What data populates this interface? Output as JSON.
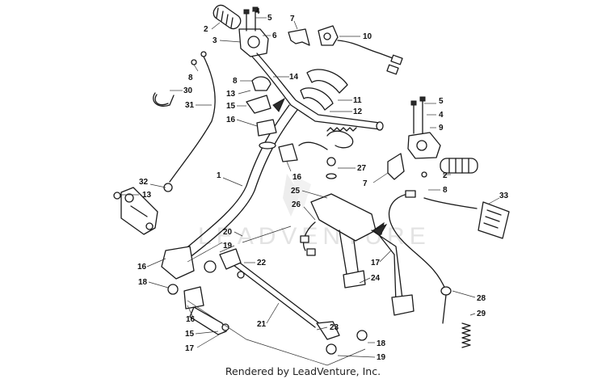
{
  "footer": {
    "credit": "Rendered by LeadVenture, Inc."
  },
  "watermark": {
    "text": "LEADVENTURE"
  },
  "callouts": [
    {
      "id": "c1",
      "label": "4"
    },
    {
      "id": "c2",
      "label": "5"
    },
    {
      "id": "c3",
      "label": "2"
    },
    {
      "id": "c4",
      "label": "3"
    },
    {
      "id": "c5",
      "label": "6"
    },
    {
      "id": "c6",
      "label": "7"
    },
    {
      "id": "c7",
      "label": "10"
    },
    {
      "id": "c8",
      "label": "8"
    },
    {
      "id": "c9",
      "label": "8"
    },
    {
      "id": "c10",
      "label": "13"
    },
    {
      "id": "c11",
      "label": "14"
    },
    {
      "id": "c12",
      "label": "30"
    },
    {
      "id": "c13",
      "label": "31"
    },
    {
      "id": "c14",
      "label": "11"
    },
    {
      "id": "c15",
      "label": "12"
    },
    {
      "id": "c16",
      "label": "15"
    },
    {
      "id": "c17",
      "label": "16"
    },
    {
      "id": "c18",
      "label": "5"
    },
    {
      "id": "c19",
      "label": "4"
    },
    {
      "id": "c20",
      "label": "9"
    },
    {
      "id": "c21",
      "label": "1"
    },
    {
      "id": "c22",
      "label": "16"
    },
    {
      "id": "c23",
      "label": "27"
    },
    {
      "id": "c24",
      "label": "7"
    },
    {
      "id": "c25",
      "label": "2"
    },
    {
      "id": "c26",
      "label": "8"
    },
    {
      "id": "c27",
      "label": "32"
    },
    {
      "id": "c28",
      "label": "13"
    },
    {
      "id": "c29",
      "label": "25"
    },
    {
      "id": "c30",
      "label": "26"
    },
    {
      "id": "c31",
      "label": "33"
    },
    {
      "id": "c32",
      "label": "20"
    },
    {
      "id": "c33",
      "label": "19"
    },
    {
      "id": "c34",
      "label": "16"
    },
    {
      "id": "c35",
      "label": "22"
    },
    {
      "id": "c36",
      "label": "17"
    },
    {
      "id": "c37",
      "label": "18"
    },
    {
      "id": "c38",
      "label": "24"
    },
    {
      "id": "c39",
      "label": "28"
    },
    {
      "id": "c40",
      "label": "16"
    },
    {
      "id": "c41",
      "label": "29"
    },
    {
      "id": "c42",
      "label": "15"
    },
    {
      "id": "c43",
      "label": "21"
    },
    {
      "id": "c44",
      "label": "23"
    },
    {
      "id": "c45",
      "label": "17"
    },
    {
      "id": "c46",
      "label": "18"
    },
    {
      "id": "c47",
      "label": "19"
    }
  ]
}
